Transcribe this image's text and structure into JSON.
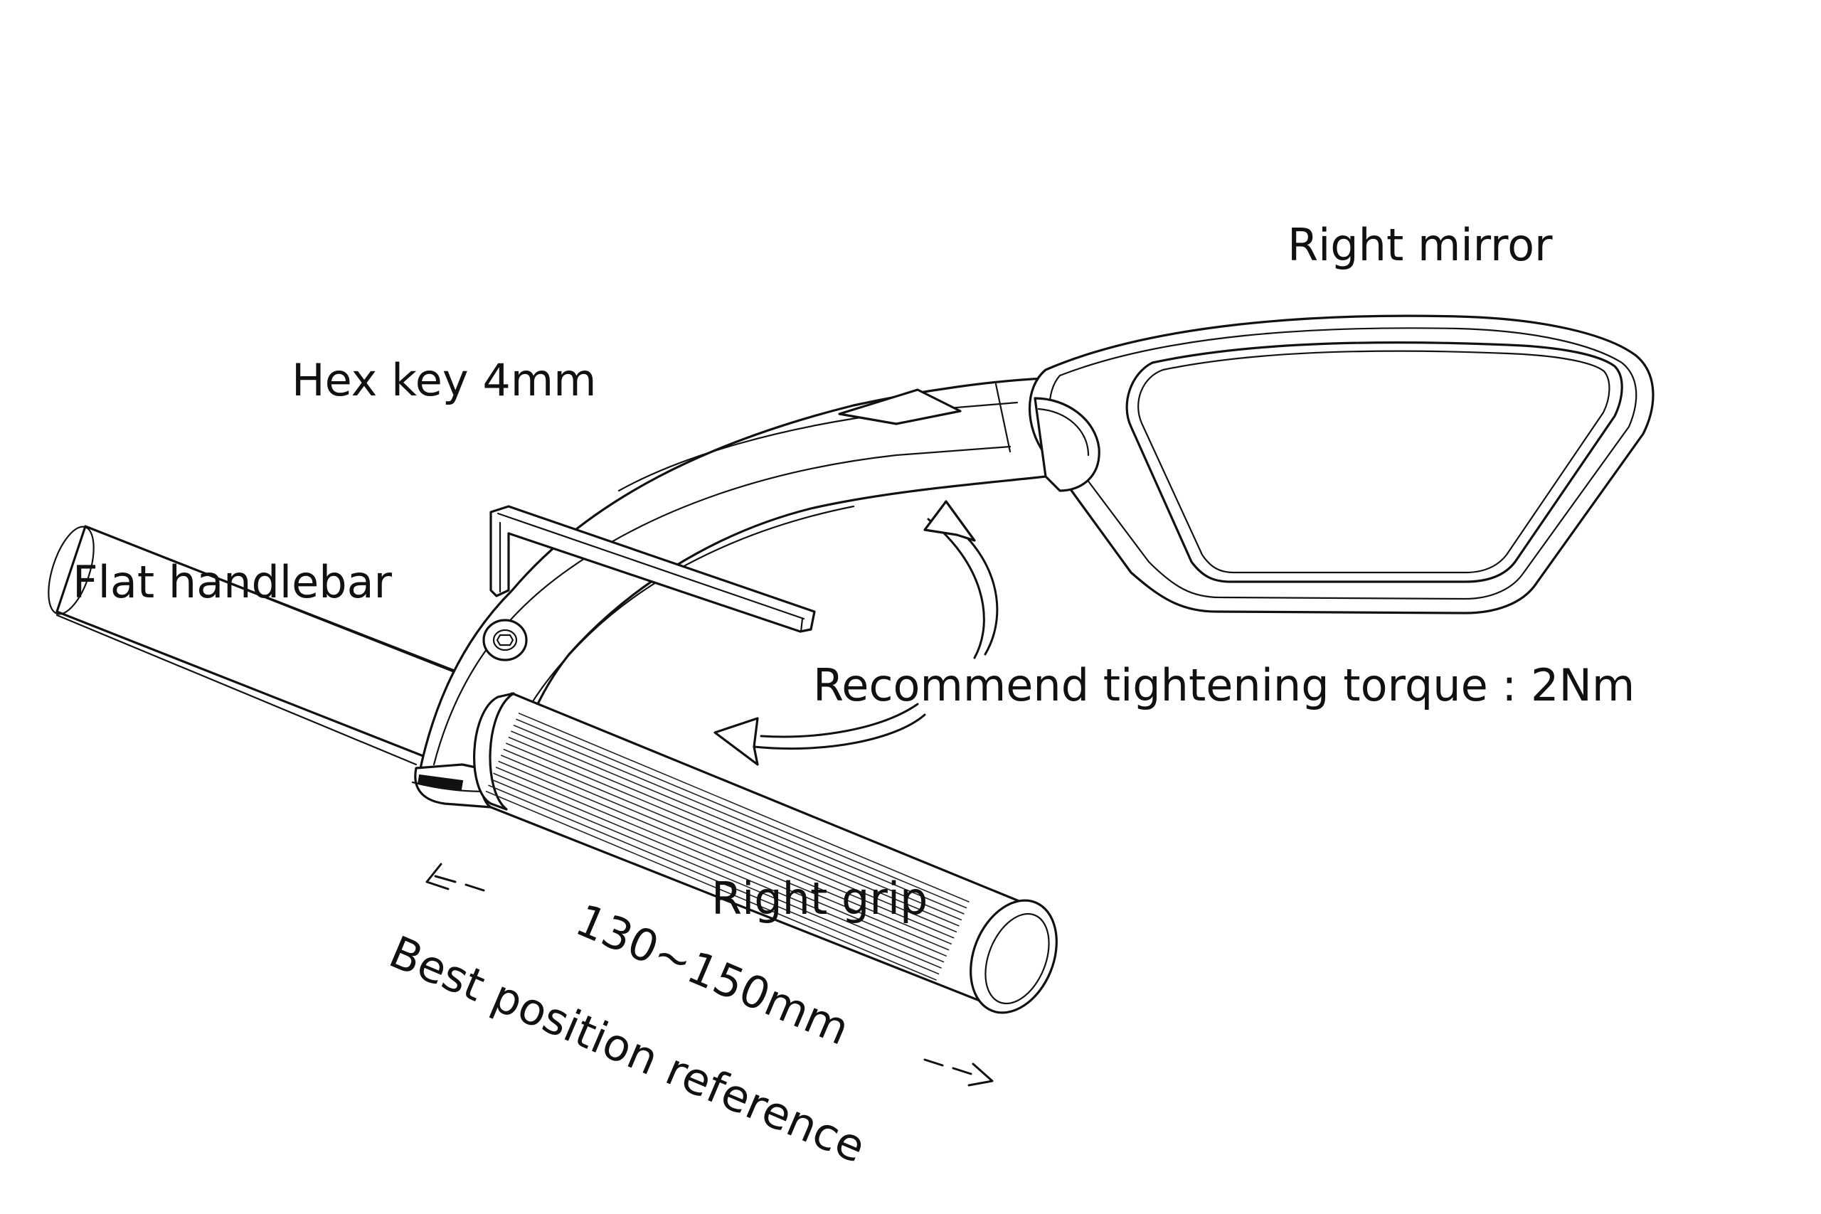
{
  "labels": {
    "right_mirror": "Right mirror",
    "hex_key": "Hex key 4mm",
    "flat_handlebar": "Flat handlebar",
    "torque": "Recommend tightening torque : 2Nm",
    "right_grip": "Right grip",
    "distance": "130~150mm",
    "best_position": "Best position reference",
    "arrow_left": "<- -",
    "arrow_right": "- - >"
  },
  "colors": {
    "line": "#111111",
    "background": "#ffffff"
  },
  "icons": {
    "torque_arrow": "curved-rotation-arrow-icon"
  }
}
